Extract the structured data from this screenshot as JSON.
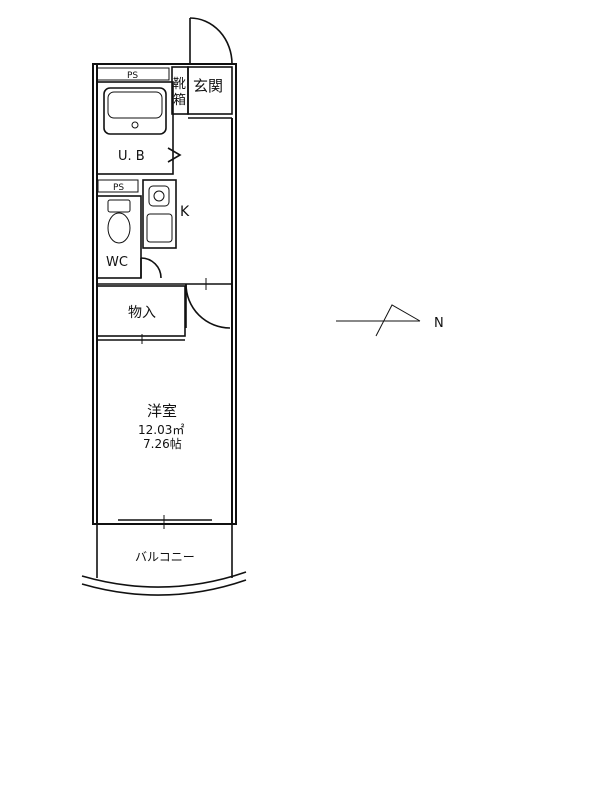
{
  "rooms": {
    "entrance": "玄関",
    "shoe_box_1": "靴",
    "shoe_box_2": "箱",
    "bath": "U. B",
    "ps_top": "PS",
    "ps_mid": "PS",
    "kitchen": "K",
    "toilet": "WC",
    "storage": "物入",
    "western_room": "洋室",
    "area_sqm": "12.03㎡",
    "area_tatami": "7.26帖",
    "balcony": "バルコニー"
  },
  "compass": {
    "label": "N"
  }
}
